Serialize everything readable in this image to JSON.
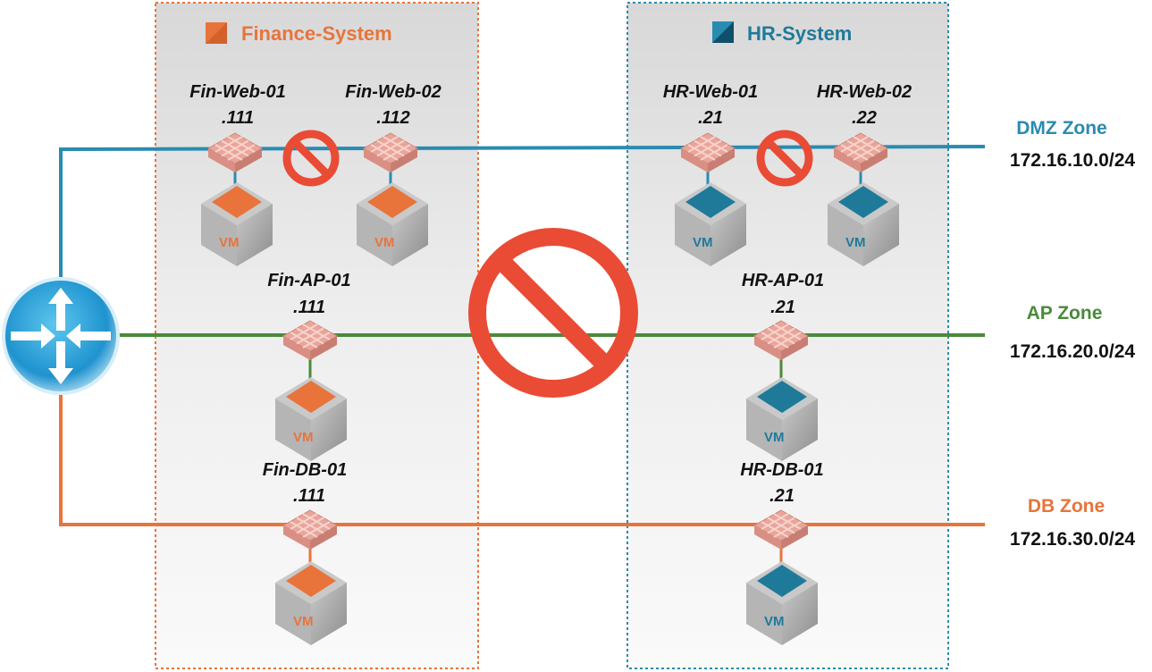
{
  "groups": {
    "finance": {
      "title": "Finance-System",
      "color": "#e8743b"
    },
    "hr": {
      "title": "HR-System",
      "color": "#1f7a9a"
    }
  },
  "zones": {
    "dmz": {
      "name": "DMZ Zone",
      "cidr": "172.16.10.0/24",
      "color": "#2a8bb0"
    },
    "ap": {
      "name": "AP Zone",
      "cidr": "172.16.20.0/24",
      "color": "#4a8a3a"
    },
    "db": {
      "name": "DB Zone",
      "cidr": "172.16.30.0/24",
      "color": "#e8743b"
    }
  },
  "vms": {
    "fin_web_01": {
      "name": "Fin-Web-01",
      "ip": ".111"
    },
    "fin_web_02": {
      "name": "Fin-Web-02",
      "ip": ".112"
    },
    "fin_ap_01": {
      "name": "Fin-AP-01",
      "ip": ".111"
    },
    "fin_db_01": {
      "name": "Fin-DB-01",
      "ip": ".111"
    },
    "hr_web_01": {
      "name": "HR-Web-01",
      "ip": ".21"
    },
    "hr_web_02": {
      "name": "HR-Web-02",
      "ip": ".22"
    },
    "hr_ap_01": {
      "name": "HR-AP-01",
      "ip": ".21"
    },
    "hr_db_01": {
      "name": "HR-DB-01",
      "ip": ".21"
    }
  },
  "vm_badge": "VM",
  "icons": {
    "router": "router-icon",
    "firewall": "firewall-icon",
    "blocked": "prohibited-icon",
    "vm": "vm-cube-icon"
  }
}
